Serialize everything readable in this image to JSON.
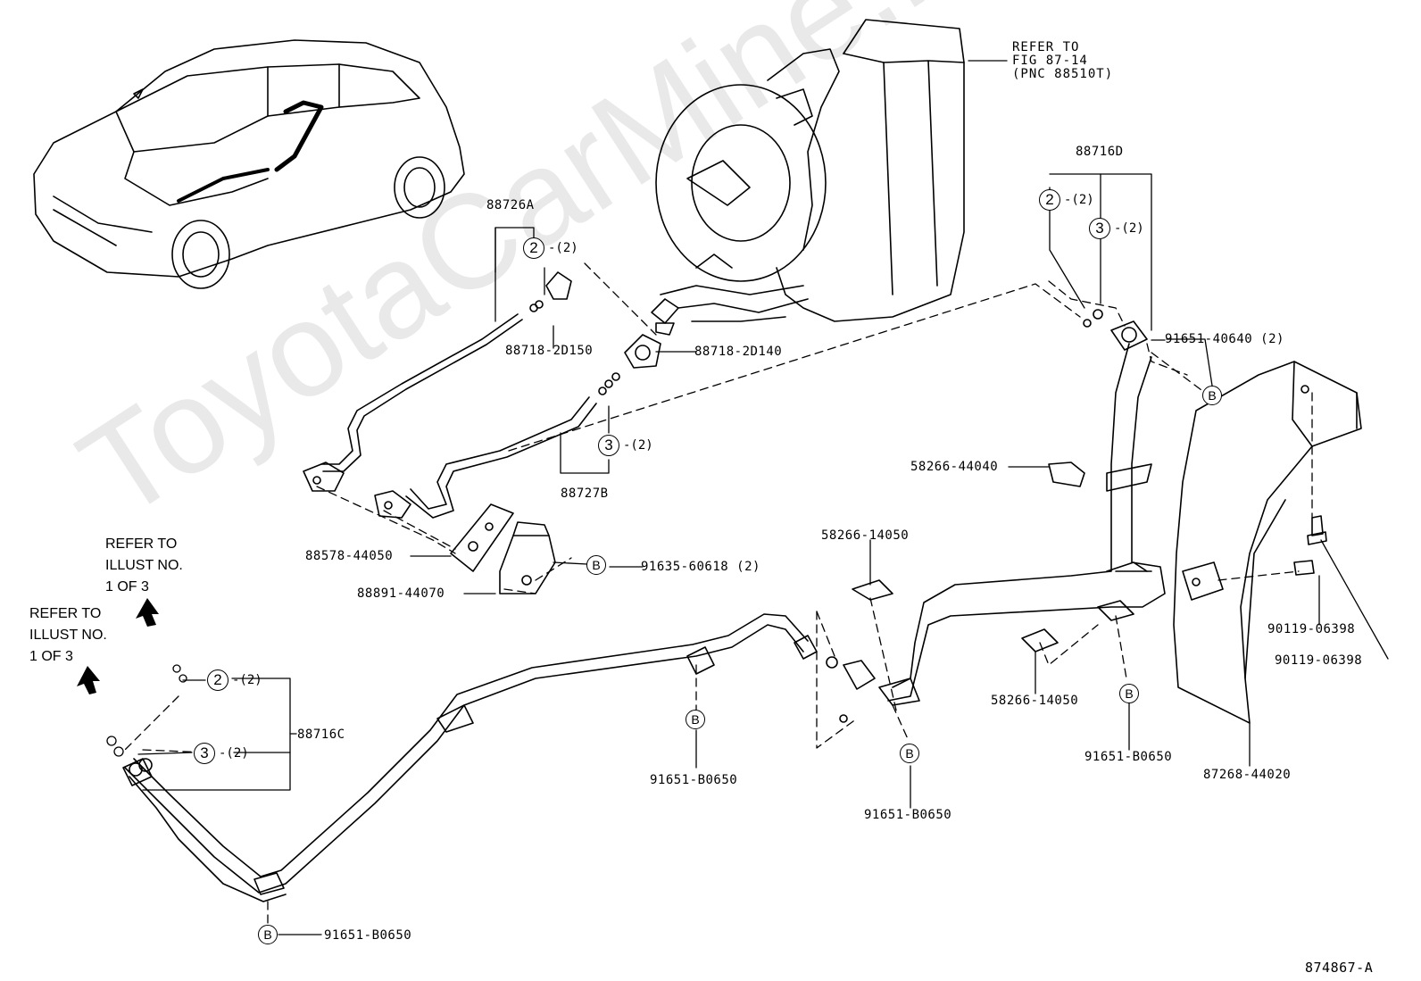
{
  "watermark": "ToyotaCarMine.ru",
  "figure_id": "874867-A",
  "refers": {
    "fig": [
      "REFER TO",
      "FIG 87-14",
      "(PNC 88510T)"
    ],
    "illust_a": [
      "REFER TO",
      "ILLUST NO.",
      "1 OF 3"
    ],
    "illust_b": [
      "REFER TO",
      "ILLUST NO.",
      "1 OF 3"
    ]
  },
  "callouts": {
    "two": "2",
    "three": "3",
    "b": "B",
    "qty2": "-(2)"
  },
  "parts": {
    "p88726A": "88726A",
    "p88718_2D150": "88718-2D150",
    "p88718_2D140": "88718-2D140",
    "p88727B": "88727B",
    "p88578_44050": "88578-44050",
    "p88891_44070": "88891-44070",
    "p91635_60618": "91635-60618 (2)",
    "p88716D": "88716D",
    "p91651_40640": "91651-40640 (2)",
    "p58266_44040": "58266-44040",
    "p58266_14050a": "58266-14050",
    "p58266_14050b": "58266-14050",
    "p90119_06398a": "90119-06398",
    "p90119_06398b": "90119-06398",
    "p87268_44020": "87268-44020",
    "p88716C": "88716C",
    "p91651_B0650_a": "91651-B0650",
    "p91651_B0650_b": "91651-B0650",
    "p91651_B0650_c": "91651-B0650",
    "p91651_B0650_d": "91651-B0650"
  }
}
